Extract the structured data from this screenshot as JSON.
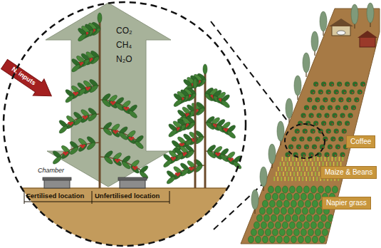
{
  "diagram": {
    "nodes": [
      {
        "text": [
          "Coffee"
        ]
      },
      {
        "text": [
          "Maize & Beans"
        ]
      },
      {
        "text": [
          "Napier grass"
        ]
      }
    ],
    "labels": [
      "CO₂",
      "CH₄",
      "N₂O",
      "N. inputs",
      "Chamber",
      "Fertilised location",
      "Unfertilised location"
    ]
  }
}
